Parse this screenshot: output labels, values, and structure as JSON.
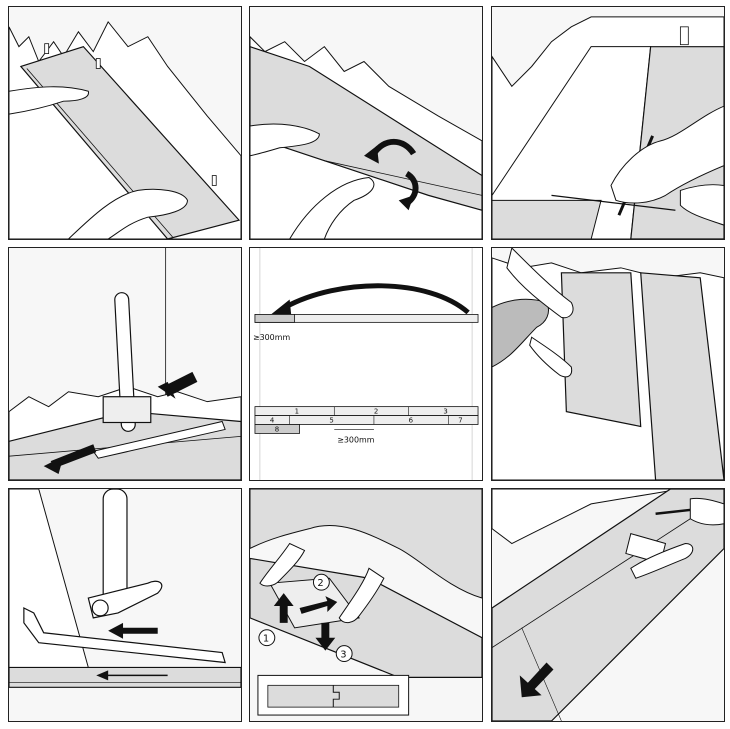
{
  "panel5": {
    "top_label": "≥300mm",
    "bottom_label": "≥300mm",
    "plank_numbers": [
      "1",
      "2",
      "3",
      "4",
      "5",
      "6",
      "7",
      "8"
    ]
  },
  "panel8": {
    "steps": [
      "1",
      "2",
      "3"
    ]
  },
  "colors": {
    "line": "#111111",
    "plank": "#dcdcdc",
    "floor": "#eeeeee",
    "wall": "#f7f7f7"
  }
}
